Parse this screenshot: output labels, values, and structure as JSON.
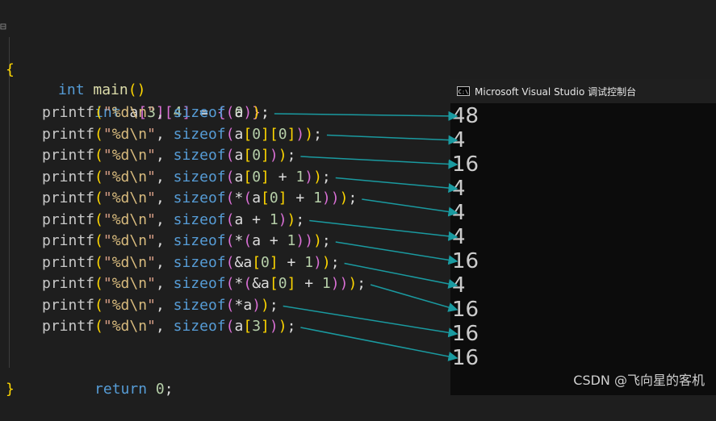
{
  "editor": {
    "fold_marker": "⊟",
    "lines": {
      "sig_kw": "int",
      "sig_fn": " main",
      "sig_paren": "()",
      "open_brace": "{",
      "decl_kw": "int",
      "decl_rest_a": " a",
      "decl_b1": "[",
      "decl_3": "3",
      "decl_b2": "]",
      "decl_b3": "[",
      "decl_4": "4",
      "decl_b4": "]",
      "decl_eq": " = ",
      "decl_ob": "{",
      "decl_0": " 0 ",
      "decl_cb": "}",
      "decl_semi": ";",
      "close_brace": "}",
      "ret_kw": "return",
      "ret_rest": " ",
      "ret_0": "0",
      "ret_semi": ";"
    },
    "printf": {
      "fn": "printf",
      "open": "(",
      "fmt_open": "\"",
      "fmt_pct": "%d",
      "fmt_nl": "\\n",
      "fmt_close": "\"",
      "comma": ", ",
      "sizeof": "sizeof",
      "close": ")",
      "semi": ";"
    },
    "args": [
      "a",
      "a[0][0]",
      "a[0]",
      "a[0] + 1",
      "*(a[0] + 1)",
      "a + 1",
      "*(a + 1)",
      "&a[0] + 1",
      "*(&a[0] + 1)",
      "*a",
      "a[3]"
    ]
  },
  "console": {
    "icon": "C:\\",
    "title": "Microsoft Visual Studio 调试控制台",
    "outputs": [
      "48",
      "4",
      "16",
      "4",
      "4",
      "4",
      "16",
      "4",
      "16",
      "16",
      "16"
    ]
  },
  "watermark": "CSDN @飞向星的客机",
  "colors": {
    "background": "#1e1e1e",
    "console_bg": "#0c0c0c",
    "arrow": "#1a9aa0",
    "keyword": "#569cd6",
    "string": "#d69d85",
    "number": "#b5cea8"
  }
}
